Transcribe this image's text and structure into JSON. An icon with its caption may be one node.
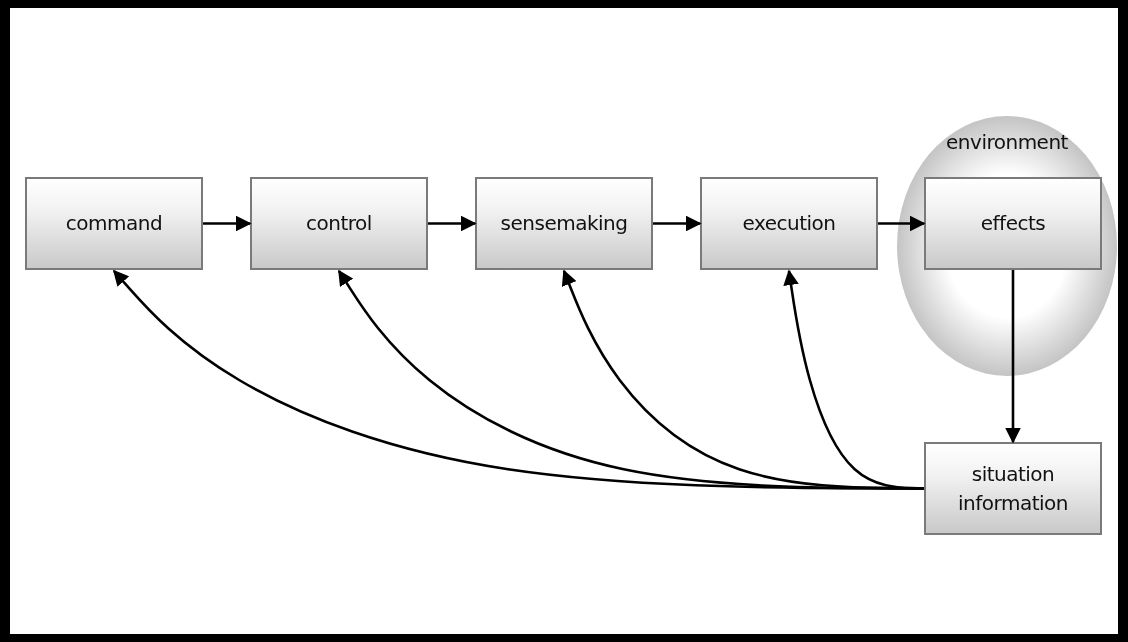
{
  "diagram": {
    "nodes": [
      {
        "text": [
          "command"
        ]
      },
      {
        "text": [
          "control"
        ]
      },
      {
        "text": [
          "sensemaking"
        ]
      },
      {
        "text": [
          "execution"
        ]
      },
      {
        "text": [
          "environment"
        ]
      },
      {
        "text": [
          "effects"
        ],
        "in": 4
      },
      {
        "text": [
          "situation information"
        ]
      }
    ],
    "edges": [
      {
        "from": 0,
        "to": 1,
        "arrow": "to"
      },
      {
        "from": 1,
        "to": 2,
        "arrow": "to"
      },
      {
        "from": 2,
        "to": 3,
        "arrow": "to"
      },
      {
        "from": 3,
        "to": 5,
        "arrow": "to"
      },
      {
        "from": 5,
        "to": 6,
        "arrow": "to"
      },
      {
        "from": 6,
        "to": 0,
        "arrow": "to"
      },
      {
        "from": 6,
        "to": 1,
        "arrow": "to"
      },
      {
        "from": 6,
        "to": 2,
        "arrow": "to"
      },
      {
        "from": 6,
        "to": 3,
        "arrow": "to"
      }
    ]
  }
}
